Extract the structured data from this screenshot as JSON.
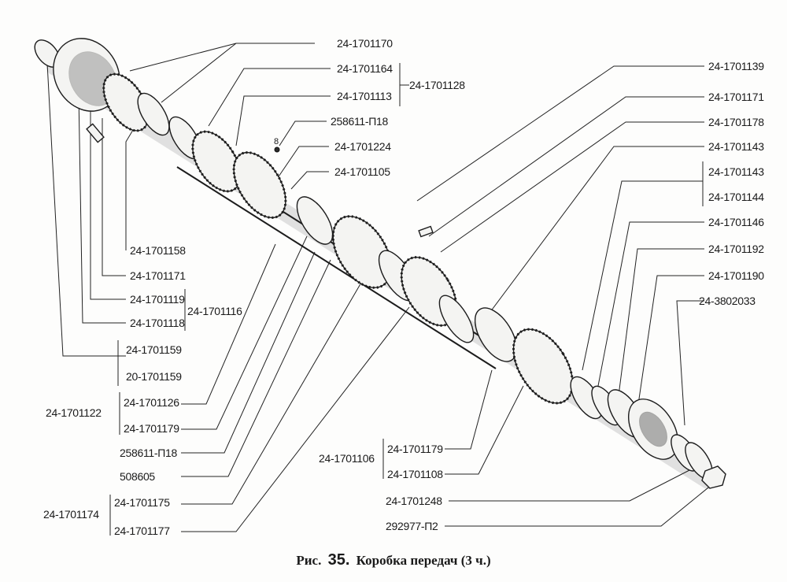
{
  "labels": {
    "r_1170": "24-1701170",
    "r_1164": "24-1701164",
    "r_1113": "24-1701113",
    "r_1128": "24-1701128",
    "r_258611_top": "258611-П18",
    "r_1224": "24-1701224",
    "r_1105": "24-1701105",
    "l_1158": "24-1701158",
    "l_1171": "24-1701171",
    "l_1119": "24-1701119",
    "l_1118": "24-1701118",
    "l_1116": "24-1701116",
    "l_1159": "24-1701159",
    "l_20_1159": "20-1701159",
    "l_1122": "24-1701122",
    "l_1126": "24-1701126",
    "l_1179": "24-1701179",
    "l_258611": "258611-П18",
    "l_508605": "508605",
    "l_1174": "24-1701174",
    "l_1175": "24-1701175",
    "l_1177": "24-1701177",
    "fr_1139": "24-1701139",
    "fr_1171": "24-1701171",
    "fr_1178": "24-1701178",
    "fr_1143a": "24-1701143",
    "fr_1143b": "24-1701143",
    "fr_1144": "24-1701144",
    "fr_1146": "24-1701146",
    "fr_1192": "24-1701192",
    "fr_1190": "24-1701190",
    "fr_3802033": "24-3802033",
    "b_1106": "24-1701106",
    "b_1179": "24-1701179",
    "b_1108": "24-1701108",
    "b_1248": "24-1701248",
    "b_292977": "292977-П2",
    "small_8": "8"
  },
  "caption": {
    "prefix": "Рис.",
    "number": "35.",
    "title": "Коробка передач (3 ч.)"
  }
}
